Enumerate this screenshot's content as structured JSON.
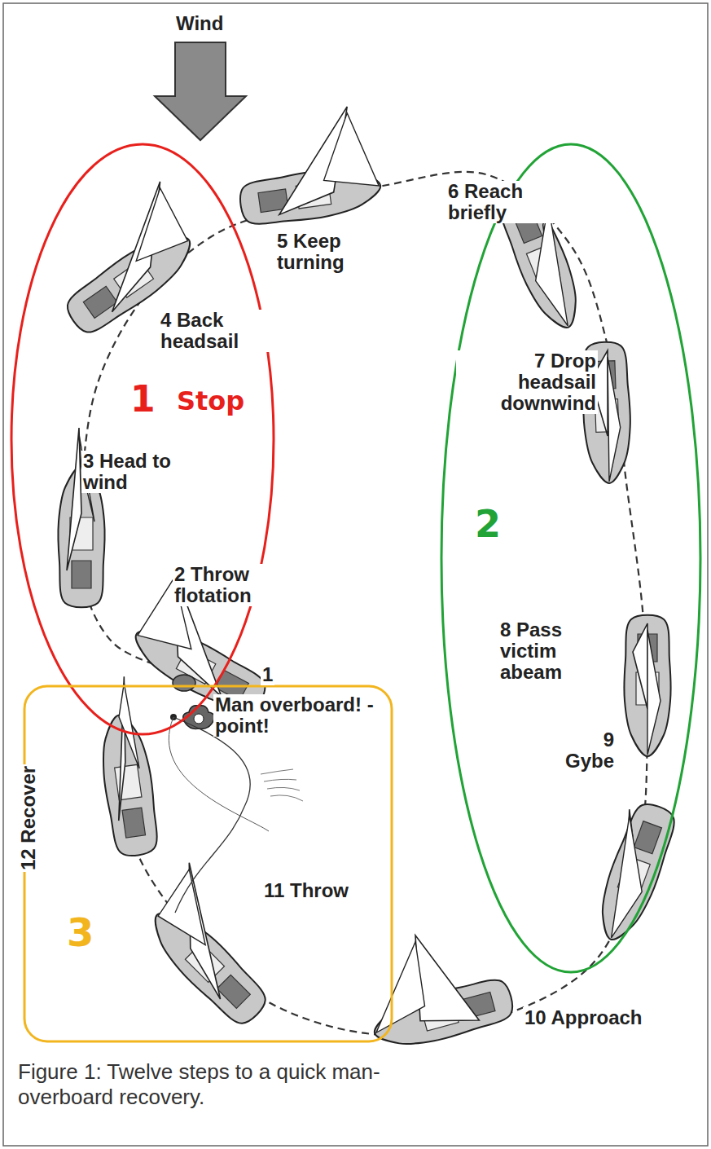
{
  "diagram": {
    "caption": "Figure 1: Twelve steps to a quick man-overboard recovery.",
    "nodes": [
      {
        "text": [
          "1",
          "Stop"
        ]
      },
      {
        "text": [
          "2"
        ]
      },
      {
        "text": [
          "3"
        ]
      }
    ],
    "labels": [
      "Wind",
      "5 Keep turning",
      "6 Reach briefly",
      "4 Back headsail",
      "3 Head to wind",
      "7 Drop headsail downwind",
      "2 Throw flotation",
      "8 Pass victim abeam",
      "1",
      "Man overboard! - point!",
      "9 Gybe",
      "12 Recover",
      "11 Throw",
      "10 Approach"
    ]
  }
}
